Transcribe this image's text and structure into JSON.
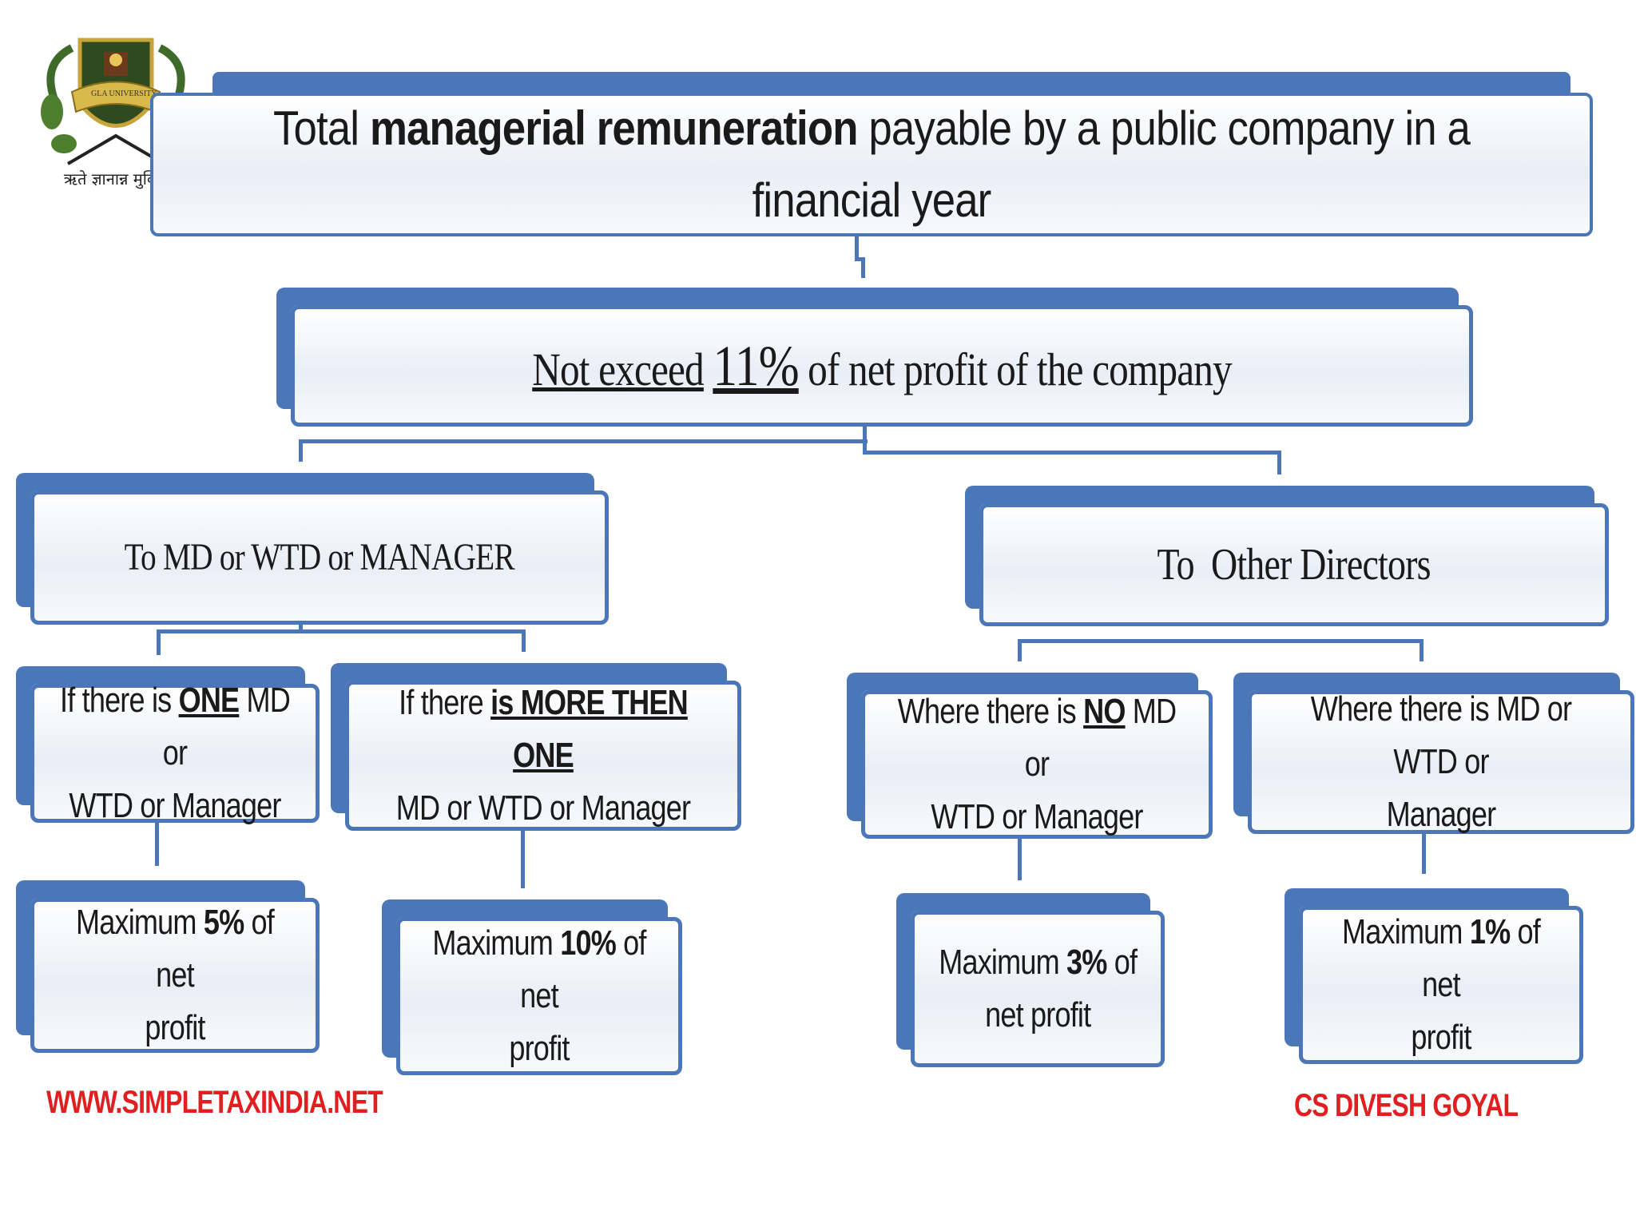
{
  "logo": {
    "name": "GLA UNIVERSITY",
    "motto": "ऋते ज्ञानान्न मुक्तिः"
  },
  "title": {
    "part1": "Total ",
    "bold": "managerial remuneration",
    "part2": " payable by a public company in a financial year"
  },
  "level1": {
    "u1": "Not exceed",
    "u2": "11%",
    "rest": " of net profit of the company"
  },
  "branches": {
    "left": "To MD or WTD or MANAGER",
    "right": "To  Other Directors"
  },
  "cases": {
    "one": {
      "pre": "If there is ",
      "em": "ONE",
      "post": " MD or",
      "line2": "WTD or Manager"
    },
    "more": {
      "pre": "If there ",
      "em": "is MORE THEN ONE",
      "line2": "MD or WTD or Manager"
    },
    "no": {
      "pre": "Where there is ",
      "em": "NO",
      "post": " MD or",
      "line2": "WTD or Manager"
    },
    "is": {
      "line1": "Where there is MD or WTD or",
      "line2": "Manager"
    }
  },
  "limits": {
    "a": {
      "pre": "Maximum ",
      "em": "5%",
      "post": " of net",
      "line2": "profit"
    },
    "b": {
      "pre": "Maximum ",
      "em": "10%",
      "post": " of net",
      "line2": "profit"
    },
    "c": {
      "pre": "Maximum ",
      "em": "3%",
      "post": " of",
      "line2": "net profit"
    },
    "d": {
      "pre": "Maximum ",
      "em": "1%",
      "post": " of net",
      "line2": "profit"
    }
  },
  "footer": {
    "website": "WWW.SIMPLETAXINDIA.NET",
    "author": "CS DIVESH GOYAL"
  },
  "colors": {
    "accent": "#4b76b8",
    "footer": "#e02020"
  }
}
